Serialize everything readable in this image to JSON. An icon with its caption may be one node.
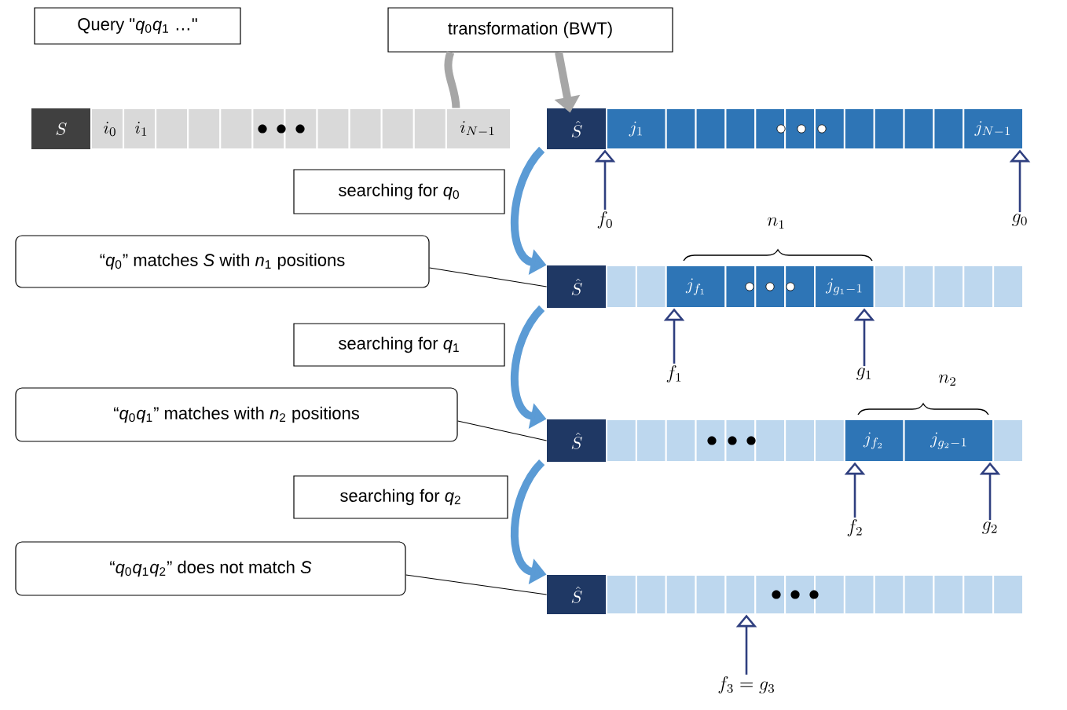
{
  "diagram": {
    "nodes": [
      {
        "text": [
          "Query \"*q*$_{0}$*q*$_{1}$ …\""
        ]
      },
      {
        "text": [
          "transformation (BWT)"
        ]
      },
      {
        "text": [
          "S",
          "i_0",
          "i_1",
          "i_{N-1}"
        ]
      },
      {
        "text": [
          "\\hat{S}",
          "j_1",
          "j_{N-1}"
        ]
      },
      {
        "text": [
          "searching for *q*$_{0}$"
        ]
      },
      {
        "text": [
          "f_0"
        ]
      },
      {
        "text": [
          "g_0"
        ]
      },
      {
        "text": [
          "“*q*$_{0}$” matches *S* with *n*$_{1}$ positions"
        ]
      },
      {
        "text": [
          "\\hat{S}",
          "j_{f_1}",
          "j_{g_1-1}"
        ]
      },
      {
        "text": [
          "searching for *q*$_{1}$"
        ]
      },
      {
        "text": [
          "f_1"
        ]
      },
      {
        "text": [
          "g_1"
        ]
      },
      {
        "text": [
          "“*q*$_{0}$*q*$_{1}$” matches with *n*$_{2}$ positions"
        ]
      },
      {
        "text": [
          "\\hat{S}",
          "j_{f_2}",
          "j_{g_2-1}"
        ]
      },
      {
        "text": [
          "searching for *q*$_{2}$"
        ]
      },
      {
        "text": [
          "f_2"
        ]
      },
      {
        "text": [
          "g_2"
        ]
      },
      {
        "text": [
          "“*q*$_{0}$*q*$_{1}$*q*$_{2}$” does not match *S*"
        ]
      },
      {
        "text": [
          "\\hat{S}"
        ]
      },
      {
        "text": [
          "f_3 = g_3"
        ]
      }
    ],
    "edges": [
      {
        "from": 2,
        "to": 1,
        "arrow": "none",
        "style": "thick",
        "color": "#a6a6a6"
      },
      {
        "from": 1,
        "to": 3,
        "arrow": "to",
        "style": "thick",
        "color": "#a6a6a6"
      },
      {
        "from": 3,
        "to": 8,
        "arrow": "to",
        "style": "thick",
        "color": "#5b9bd5"
      },
      {
        "from": 5,
        "to": 3,
        "arrow": "to"
      },
      {
        "from": 6,
        "to": 3,
        "arrow": "to"
      },
      {
        "from": 7,
        "to": 8,
        "arrow": "none",
        "color": "#000000"
      },
      {
        "from": 8,
        "to": 13,
        "arrow": "to",
        "style": "thick",
        "color": "#5b9bd5"
      },
      {
        "from": 10,
        "to": 8,
        "arrow": "to"
      },
      {
        "from": 11,
        "to": 8,
        "arrow": "to"
      },
      {
        "from": 12,
        "to": 13,
        "arrow": "none",
        "color": "#000000"
      },
      {
        "from": 13,
        "to": 18,
        "arrow": "to",
        "style": "thick",
        "color": "#5b9bd5"
      },
      {
        "from": 15,
        "to": 13,
        "arrow": "to"
      },
      {
        "from": 16,
        "to": 13,
        "arrow": "to"
      },
      {
        "from": 17,
        "to": 18,
        "arrow": "none",
        "color": "#000000"
      },
      {
        "from": 19,
        "to": 18,
        "arrow": "to"
      }
    ],
    "labels": [
      "n_1",
      "n_2"
    ]
  }
}
